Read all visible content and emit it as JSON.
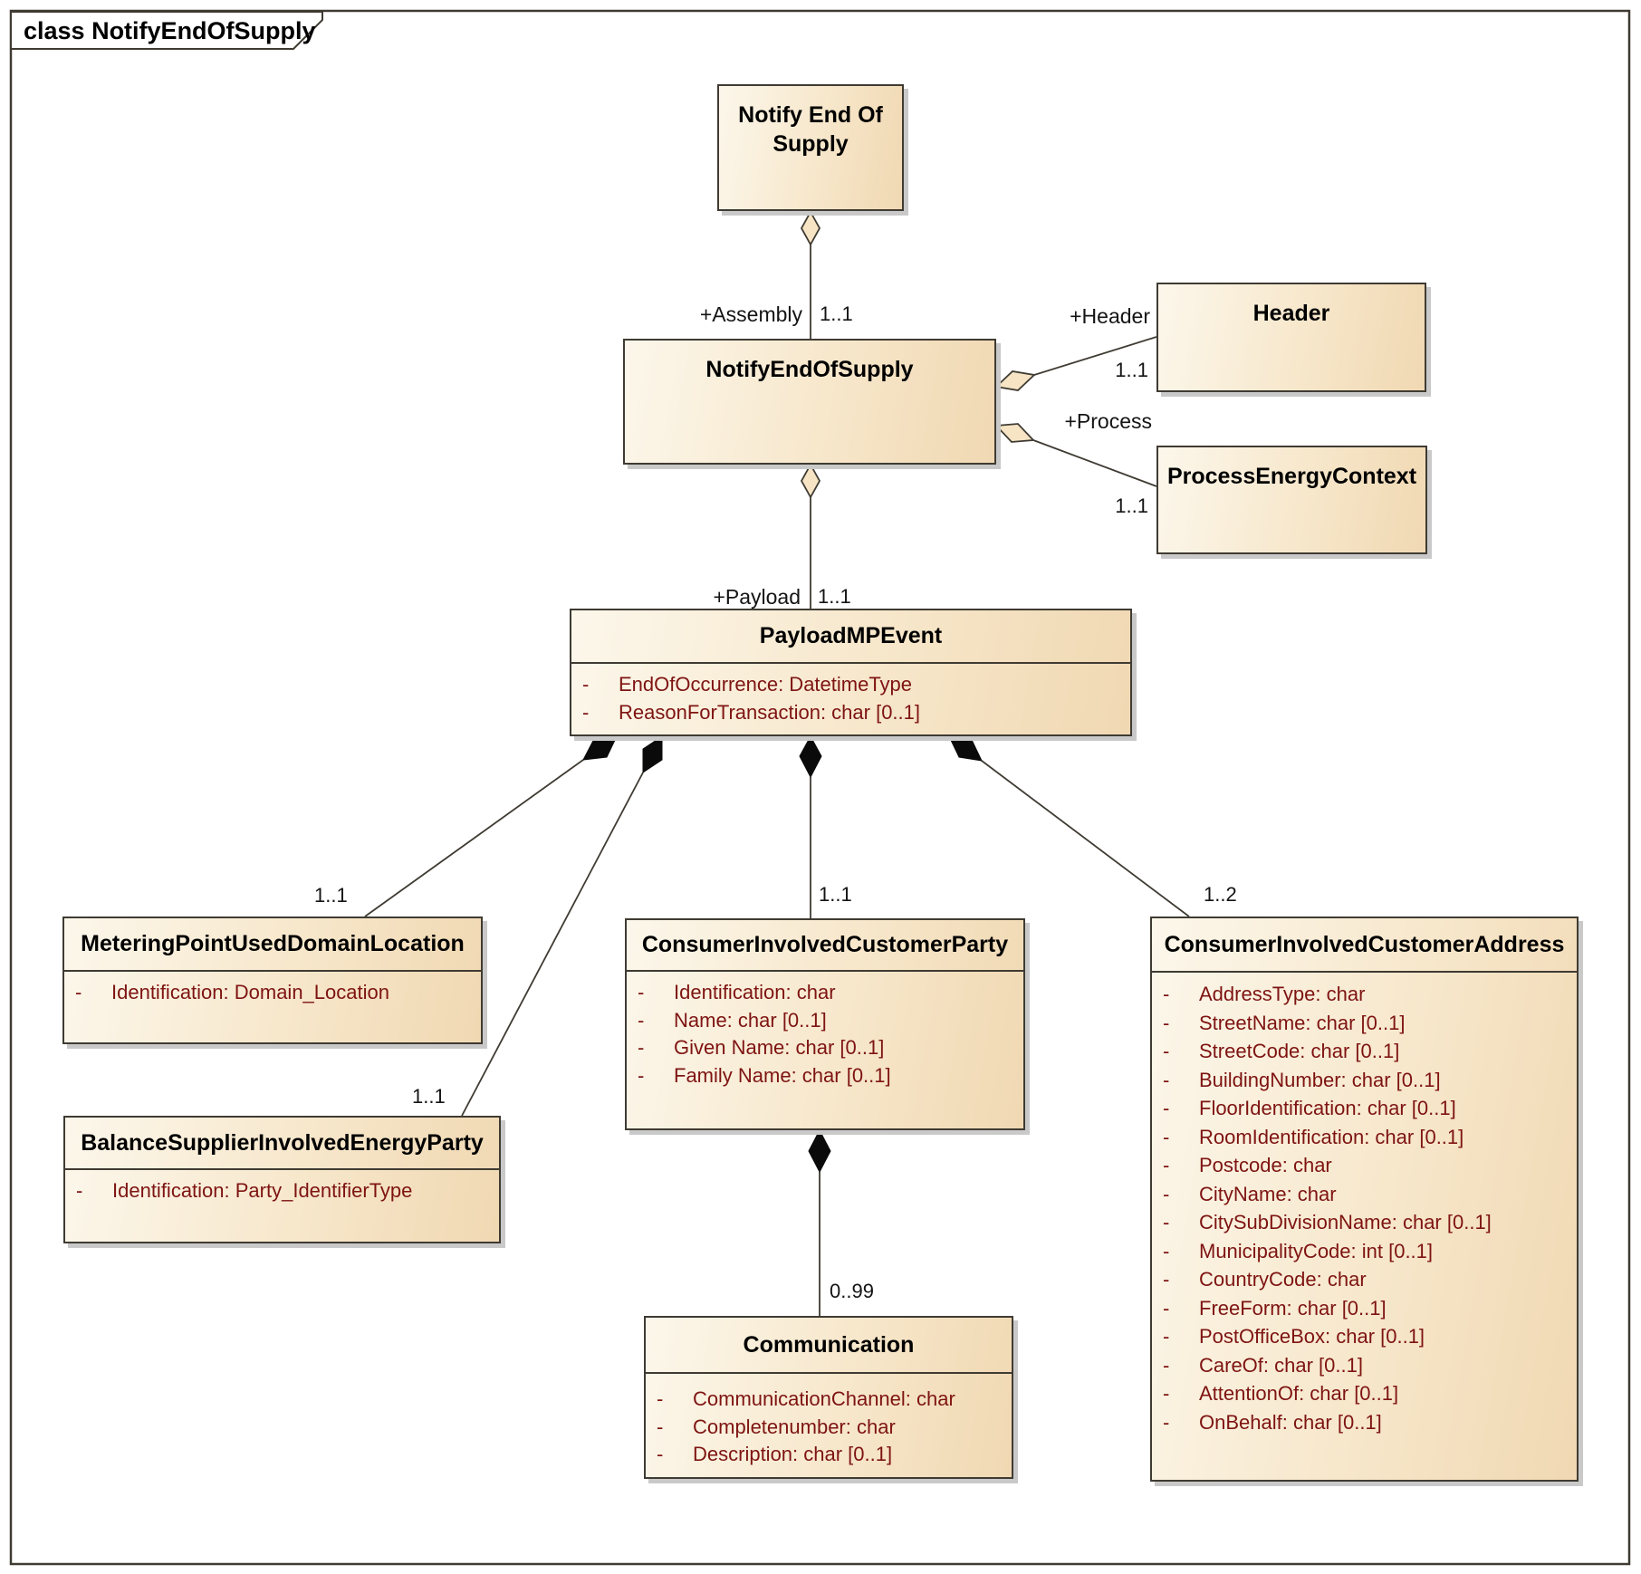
{
  "diagram": {
    "tab_label": "class NotifyEndOfSupply"
  },
  "marker": "-",
  "classes": [
    {
      "title": "Notify End Of Supply",
      "attributes": []
    },
    {
      "title": "NotifyEndOfSupply",
      "attributes": []
    },
    {
      "title": "Header",
      "attributes": []
    },
    {
      "title": "ProcessEnergyContext",
      "attributes": []
    },
    {
      "title": "PayloadMPEvent",
      "attributes": [
        "EndOfOccurrence: DatetimeType",
        "ReasonForTransaction: char [0..1]"
      ]
    },
    {
      "title": "MeteringPointUsedDomainLocation",
      "attributes": [
        "Identification: Domain_Location"
      ]
    },
    {
      "title": "BalanceSupplierInvolvedEnergyParty",
      "attributes": [
        "Identification: Party_IdentifierType"
      ]
    },
    {
      "title": "ConsumerInvolvedCustomerParty",
      "attributes": [
        "Identification: char",
        "Name: char [0..1]",
        "Given Name: char [0..1]",
        "Family Name: char [0..1]"
      ]
    },
    {
      "title": "ConsumerInvolvedCustomerAddress",
      "attributes": [
        "AddressType: char",
        "StreetName: char [0..1]",
        "StreetCode: char [0..1]",
        "BuildingNumber: char [0..1]",
        "FloorIdentification: char [0..1]",
        "RoomIdentification: char [0..1]",
        "Postcode: char",
        "CityName: char",
        "CitySubDivisionName: char [0..1]",
        "MunicipalityCode: int [0..1]",
        "CountryCode: char",
        "FreeForm: char [0..1]",
        "PostOfficeBox: char [0..1]",
        "CareOf: char [0..1]",
        "AttentionOf: char [0..1]",
        "OnBehalf: char [0..1]"
      ]
    },
    {
      "title": "Communication",
      "attributes": [
        "CommunicationChannel: char",
        "Completenumber: char",
        "Description: char [0..1]"
      ]
    }
  ],
  "edges": {
    "assembly": {
      "role": "+Assembly",
      "target_multiplicity": "1..1"
    },
    "header": {
      "role": "+Header",
      "target_multiplicity": "1..1"
    },
    "process": {
      "role": "+Process",
      "target_multiplicity": "1..1"
    },
    "payload": {
      "role": "+Payload",
      "target_multiplicity": "1..1"
    },
    "metering_point": {
      "target_multiplicity": "1..1"
    },
    "balance_supplier": {
      "target_multiplicity": "1..1"
    },
    "customer_party": {
      "target_multiplicity": "1..1"
    },
    "customer_address": {
      "target_multiplicity": "1..2"
    },
    "communication": {
      "target_multiplicity": "0..99"
    }
  },
  "colors": {
    "background": "#ffffff",
    "box_fill_light": "#fcf7eb",
    "box_fill_dark": "#f0d8b2",
    "box_border": "#3f3b33",
    "attribute_text": "#7e1412",
    "title_text": "#000000",
    "shadow": "#c9c9c9",
    "composition_diamond": "#0a0a0a",
    "aggregation_diamond_fill": "#f6e4c4"
  }
}
